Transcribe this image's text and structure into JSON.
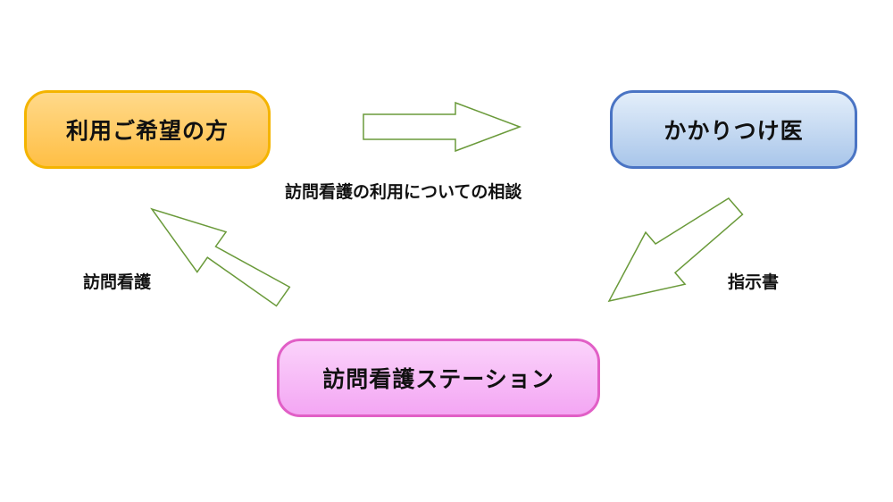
{
  "nodes": {
    "user": "利用ご希望の方",
    "doctor": "かかりつけ医",
    "station": "訪問看護ステーション"
  },
  "edges": {
    "consult": "訪問看護の利用についての相談",
    "instruction": "指示書",
    "visit": "訪問看護"
  },
  "colors": {
    "user_border": "#f4b400",
    "user_fill": "#ffc653",
    "doctor_border": "#4a74c4",
    "doctor_fill": "#b9d0ee",
    "station_border": "#e15fc6",
    "station_fill": "#f7b6f7",
    "arrow_stroke": "#6a9a3a"
  }
}
